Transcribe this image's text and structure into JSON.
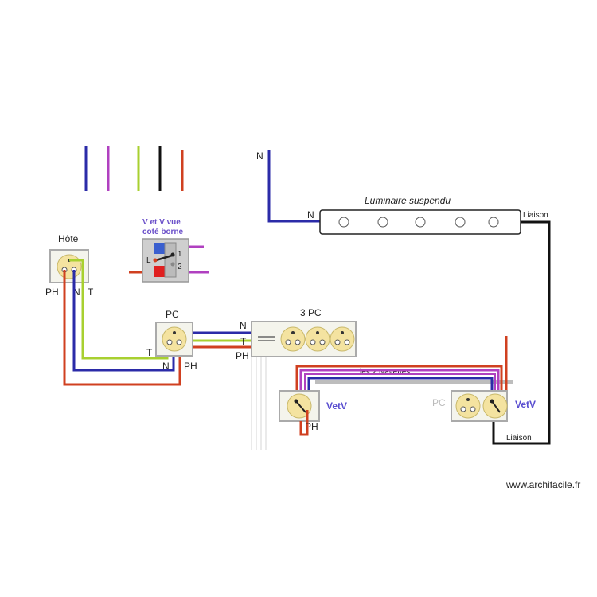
{
  "labels": {
    "neutral_top": "N",
    "luminaire_title": "Luminaire suspendu",
    "luminaire_n": "N",
    "liaison_top": "Liaison",
    "liaison_bottom": "Liaison",
    "hote": "Hôte",
    "hote_ph": "PH",
    "hote_n": "N",
    "hote_t": "T",
    "switch_caption_1": "V et V  vue",
    "switch_caption_2": "coté borne",
    "switch_l": "L",
    "switch_1": "1",
    "switch_2": "2",
    "pc": "PC",
    "pc_t": "T",
    "pc_n": "N",
    "pc_ph": "PH",
    "three_pc": "3 PC",
    "three_pc_n": "N",
    "three_pc_t": "T",
    "three_pc_ph": "PH",
    "navettes": "les 2 Navettes",
    "vetv_left": "VetV",
    "vetv_left_ph": "PH",
    "pc_grey": "PC",
    "vetv_right": "VetV",
    "watermark": "www.archifacile.fr"
  },
  "colors": {
    "neutral": "#2b2ba8",
    "control": "#b040c0",
    "earth": "#a8d030",
    "black": "#111111",
    "phase": "#d04020",
    "socket": "#f4e3a0",
    "box_border": "#999999"
  }
}
